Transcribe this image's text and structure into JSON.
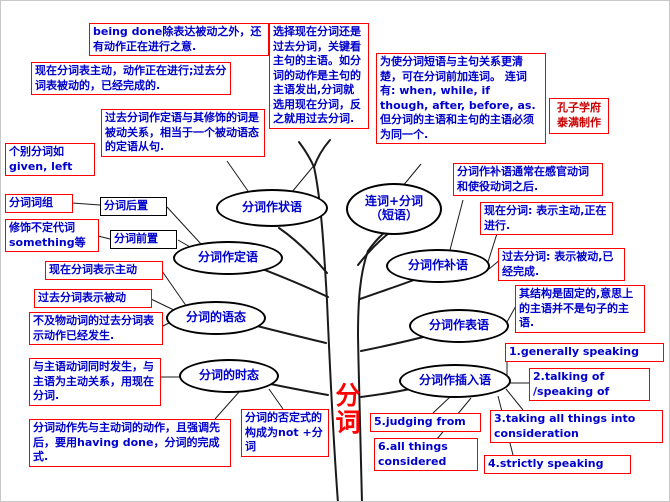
{
  "colors": {
    "note_border": "#ff0000",
    "note_text": "#0000cc",
    "node_border": "#000000",
    "root_text": "#ff0000",
    "branch": "#1a1a1a"
  },
  "root": {
    "char1": "分",
    "char2": "词"
  },
  "watermark": {
    "line1": "孔子学府",
    "line2": "泰满制作"
  },
  "nodes": {
    "adverbial": "分词作状语",
    "conjunction_line1": "连词+分词",
    "conjunction_line2": "（短语）",
    "attributive": "分词作定语",
    "complement": "分词作补语",
    "voice": "分词的语态",
    "predicative": "分词作表语",
    "tense": "分词的时态",
    "parenthesis": "分词作插入语",
    "postposition": "分词后置",
    "preposition": "分词前置"
  },
  "notes": {
    "being_done": "being done除表达被动之外，还有动作正在进行之意.",
    "present_past_voice": "现在分词表主动，动作正在进行;过去分词表被动的，已经完成的.",
    "past_attributive": "过去分词作定语与其修饰的词是被动关系，相当于一个被动语态的定语从句.",
    "special_participles": "个别分词如given, left",
    "participle_phrase": "分词词组",
    "modify_indefinite_pronoun": "修饰不定代词something等",
    "present_active": "现在分词表示主动",
    "past_passive": "过去分词表示被动",
    "intransitive": "不及物动词的过去分词表示动作已经发生.",
    "simultaneous": "与主语动词同时发生，与主语为主动关系，用现在分词.",
    "having_done": "分词动作先与主动词的动作，且强调先后，要用having done，分词的完成式.",
    "negative_form": "分词的否定式的构成为not +分词",
    "choose_participle": "选择现在分词还是过去分词，关键看主句的主语。如分词的动作是主句的主语发出,分词就选用现在分词，反之就用过去分词.",
    "conjunction_usage": "为使分词短语与主句关系更清楚，可在分词前加连词。 连词有: when, while, if though, after, before, as. 但分词的主语和主句的主语必须为同一个.",
    "complement_usage": "分词作补语通常在感官动词和使役动词之后.",
    "complement_present": "现在分词:  表示主动,正在进行.",
    "complement_past": "过去分词:  表示被动,已经完成.",
    "predicative_structure": "其结构是固定的,意思上的主语并不是句子的主语.",
    "generally_speaking": "1.generally speaking",
    "talking_of": "2.talking of /speaking of",
    "judging_from": "5.judging from",
    "taking_all_things": "3.taking all things into consideration",
    "all_things_considered": "6.all things considered",
    "strictly_speaking": "4.strictly speaking"
  }
}
